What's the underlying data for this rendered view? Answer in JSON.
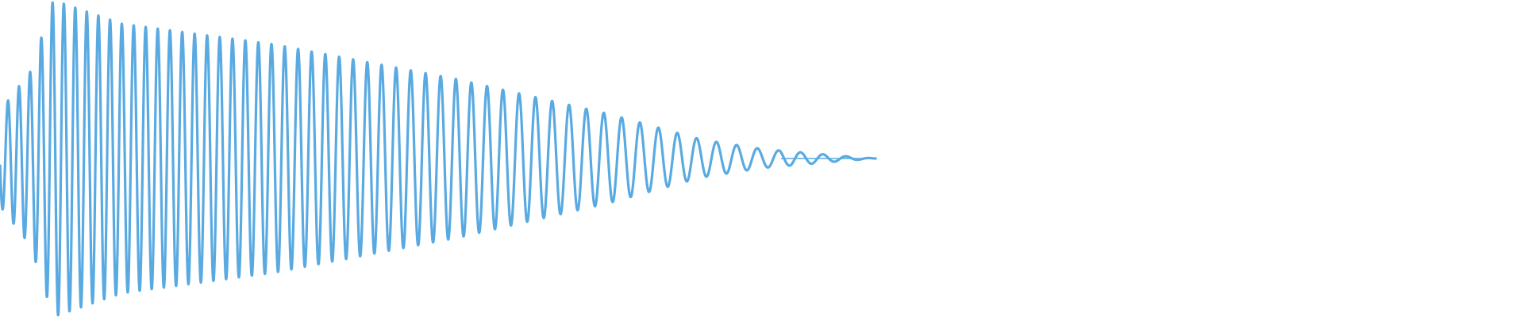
{
  "waveform": {
    "color": "#5aaae2",
    "style": "decaying oscillation (kick-drum like waveform)",
    "envelope_points": [
      {
        "t": 0.0,
        "a": 0.3
      },
      {
        "t": 0.02,
        "a": 0.55
      },
      {
        "t": 0.035,
        "a": 1.0
      },
      {
        "t": 0.08,
        "a": 0.85
      },
      {
        "t": 0.18,
        "a": 0.72
      },
      {
        "t": 0.3,
        "a": 0.5
      },
      {
        "t": 0.4,
        "a": 0.28
      },
      {
        "t": 0.46,
        "a": 0.12
      },
      {
        "t": 0.5,
        "a": 0.06
      },
      {
        "t": 0.56,
        "a": 0.01
      },
      {
        "t": 0.575,
        "a": 0.0
      }
    ],
    "cycles": 58
  }
}
